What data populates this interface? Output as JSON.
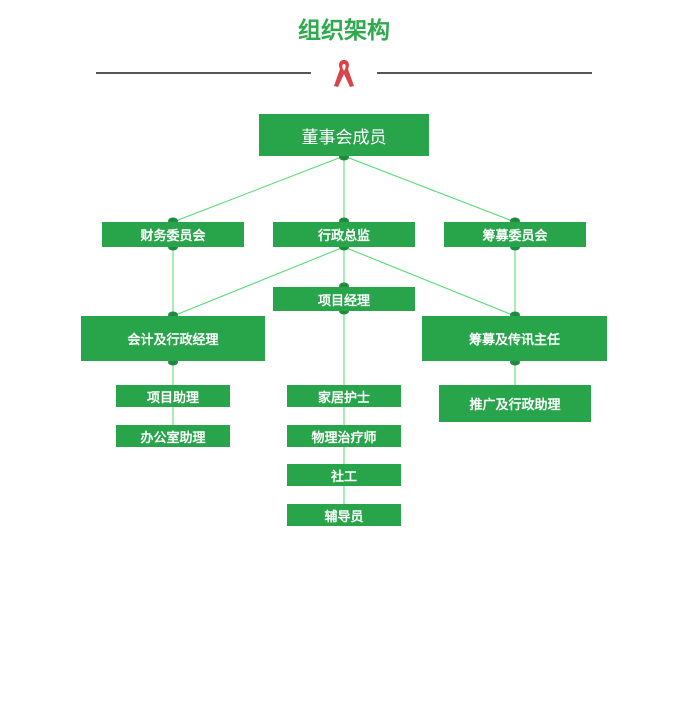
{
  "header": {
    "title": "组织架构",
    "ribbon_icon": "awareness-ribbon-icon",
    "ribbon_color": "#d9434b"
  },
  "colors": {
    "node_fill": "#28a44b",
    "connector": "#4ddb6f",
    "dot": "#1f8a3c",
    "title": "#2eaa4e"
  },
  "org": {
    "board": "董事会成员",
    "finance_committee": "财务委员会",
    "executive_director": "行政总监",
    "fundraising_committee": "筹募委员会",
    "project_manager": "项目经理",
    "accounting_admin_manager": "会计及行政经理",
    "fundraising_comm_director": "筹募及传讯主任",
    "project_assistant": "项目助理",
    "office_assistant": "办公室助理",
    "home_nurse": "家居护士",
    "physiotherapist": "物理治疗师",
    "social_worker": "社工",
    "counselor": "辅导员",
    "promo_admin_assistant": "推广及行政助理"
  }
}
